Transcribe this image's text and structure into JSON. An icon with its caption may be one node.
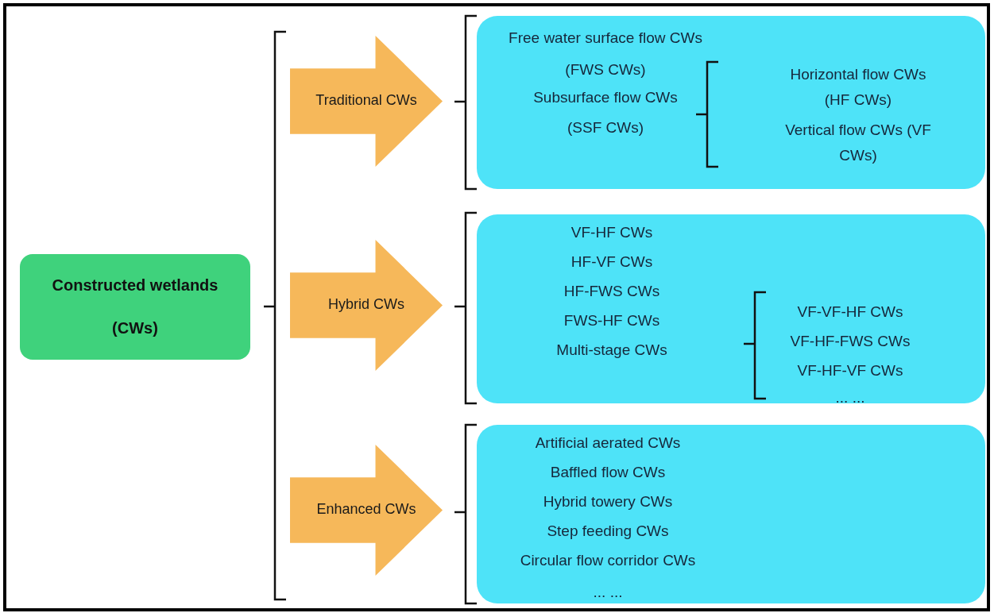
{
  "diagram": {
    "nodes": [
      {
        "text": [
          "Constructed wetlands (CWs)"
        ]
      },
      {
        "text": [
          "Traditional CWs"
        ]
      },
      {
        "text": [
          "Free water surface flow CWs (FWS CWs)",
          "Subsurface flow CWs (SSF CWs)",
          "Horizontal flow CWs (HF CWs)",
          "Vertical flow CWs (VF CWs)"
        ]
      },
      {
        "text": [
          "Hybrid CWs"
        ]
      },
      {
        "text": [
          "VF-HF CWs",
          "HF-VF CWs",
          "HF-FWS CWs",
          "FWS-HF CWs",
          "Multi-stage CWs",
          "VF-VF-HF CWs",
          "VF-HF-FWS CWs",
          "VF-HF-VF CWs",
          "... ..."
        ]
      },
      {
        "text": [
          "Enhanced CWs"
        ]
      },
      {
        "text": [
          "Artificial aerated CWs",
          "Baffled flow CWs",
          "Hybrid towery CWs",
          "Step feeding CWs",
          "Circular flow corridor CWs",
          "... ..."
        ]
      }
    ]
  }
}
